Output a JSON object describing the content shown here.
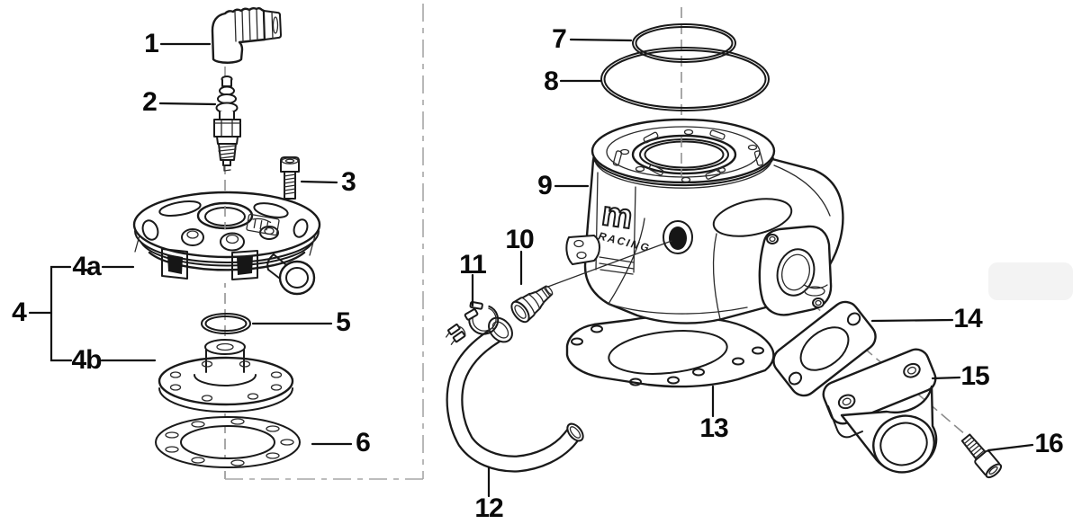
{
  "diagram": {
    "type": "exploded-parts-diagram",
    "background_color": "#ffffff",
    "line_color": "#1a1a1a",
    "guide_color": "#8c8c8c",
    "brand": {
      "logo_mark": "m",
      "logo_text": "RACING"
    },
    "callouts": [
      {
        "label": "1"
      },
      {
        "label": "2"
      },
      {
        "label": "3"
      },
      {
        "label": "4"
      },
      {
        "label": "4a"
      },
      {
        "label": "4b"
      },
      {
        "label": "5"
      },
      {
        "label": "6"
      },
      {
        "label": "7"
      },
      {
        "label": "8"
      },
      {
        "label": "9"
      },
      {
        "label": "10"
      },
      {
        "label": "11"
      },
      {
        "label": "12"
      },
      {
        "label": "13"
      },
      {
        "label": "14"
      },
      {
        "label": "15"
      },
      {
        "label": "16"
      }
    ]
  }
}
